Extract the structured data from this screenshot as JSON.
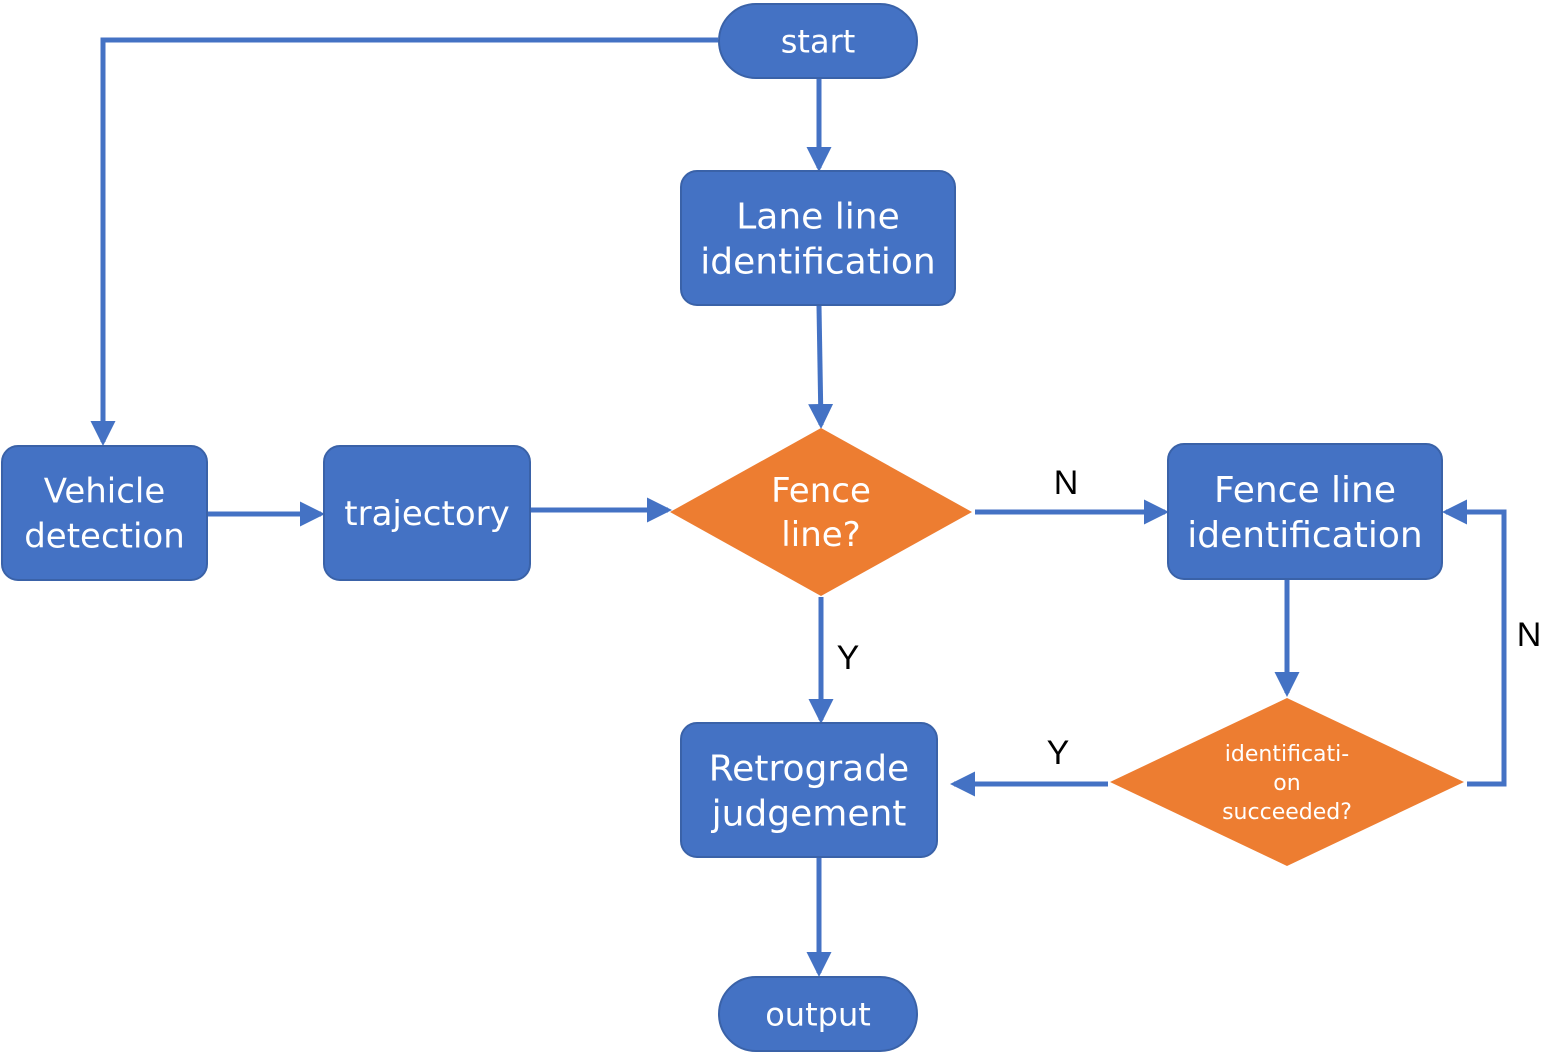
{
  "colors": {
    "process": "#4472C4",
    "process_border": "#3A62A8",
    "decision": "#ED7D31",
    "arrow": "#4472C4",
    "node_text": "#FFFFFF",
    "label_text": "#000000"
  },
  "nodes": {
    "start": {
      "shape": "terminator",
      "lines": [
        "start"
      ]
    },
    "lane_line": {
      "shape": "process",
      "lines": [
        "Lane line",
        "identification"
      ]
    },
    "vehicle_detection": {
      "shape": "process",
      "lines": [
        "Vehicle",
        "detection"
      ]
    },
    "trajectory": {
      "shape": "process",
      "lines": [
        "trajectory"
      ]
    },
    "fence_line_decision": {
      "shape": "decision",
      "lines": [
        "Fence",
        "line?"
      ]
    },
    "fence_line_identification": {
      "shape": "process",
      "lines": [
        "Fence line",
        "identification"
      ]
    },
    "identification_succeeded": {
      "shape": "decision",
      "lines": [
        "identificati-",
        "on",
        "succeeded?"
      ]
    },
    "retrograde": {
      "shape": "process",
      "lines": [
        "Retrograde",
        "judgement"
      ]
    },
    "output": {
      "shape": "terminator",
      "lines": [
        "output"
      ]
    }
  },
  "edges": [
    {
      "from": "start",
      "to": "lane_line",
      "label": ""
    },
    {
      "from": "start",
      "to": "vehicle_detection",
      "label": ""
    },
    {
      "from": "lane_line",
      "to": "fence_line_decision",
      "label": ""
    },
    {
      "from": "vehicle_detection",
      "to": "trajectory",
      "label": ""
    },
    {
      "from": "trajectory",
      "to": "fence_line_decision",
      "label": ""
    },
    {
      "from": "fence_line_decision",
      "to": "fence_line_identification",
      "label": "N"
    },
    {
      "from": "fence_line_decision",
      "to": "retrograde",
      "label": "Y"
    },
    {
      "from": "fence_line_identification",
      "to": "identification_succeeded",
      "label": ""
    },
    {
      "from": "identification_succeeded",
      "to": "retrograde",
      "label": "Y"
    },
    {
      "from": "identification_succeeded",
      "to": "fence_line_identification",
      "label": "N"
    },
    {
      "from": "retrograde",
      "to": "output",
      "label": ""
    }
  ]
}
